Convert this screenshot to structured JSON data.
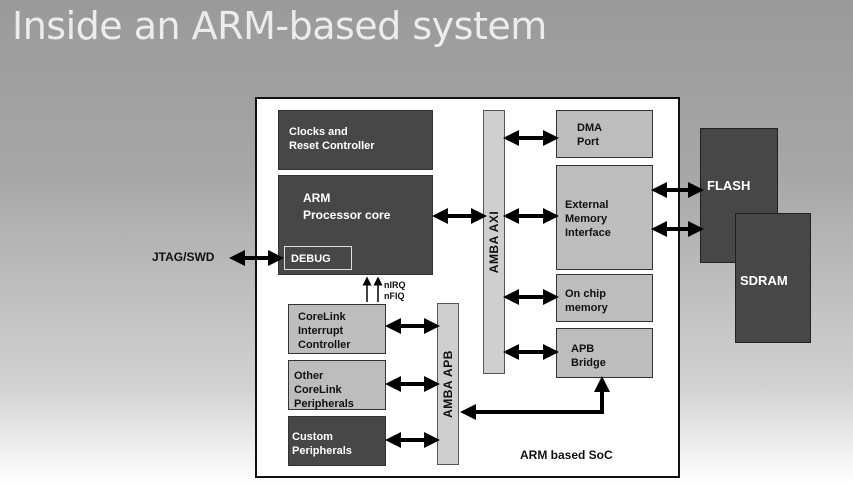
{
  "title": "Inside an ARM-based system",
  "blocks": {
    "clocks": [
      "Clocks and",
      "Reset Controller"
    ],
    "arm": [
      "ARM",
      "Processor core"
    ],
    "debug": "DEBUG",
    "corelink_ic": [
      "CoreLink",
      "Interrupt",
      "Controller"
    ],
    "other_corelink": [
      "Other",
      "CoreLink",
      "Peripherals"
    ],
    "custom": [
      "Custom",
      "Peripherals"
    ],
    "dma": [
      "DMA",
      "Port"
    ],
    "ext_mem": [
      "External",
      "Memory",
      "Interface"
    ],
    "onchip": [
      "On chip",
      "memory"
    ],
    "apb_bridge": [
      "APB",
      "Bridge"
    ],
    "flash": "FLASH",
    "sdram": "SDRAM"
  },
  "buses": {
    "axi": "AMBA AXI",
    "apb": "AMBA APB"
  },
  "labels": {
    "jtag": "JTAG/SWD",
    "nirq": "nIRQ",
    "nfiq": "nFIQ",
    "soc": "ARM based SoC"
  }
}
